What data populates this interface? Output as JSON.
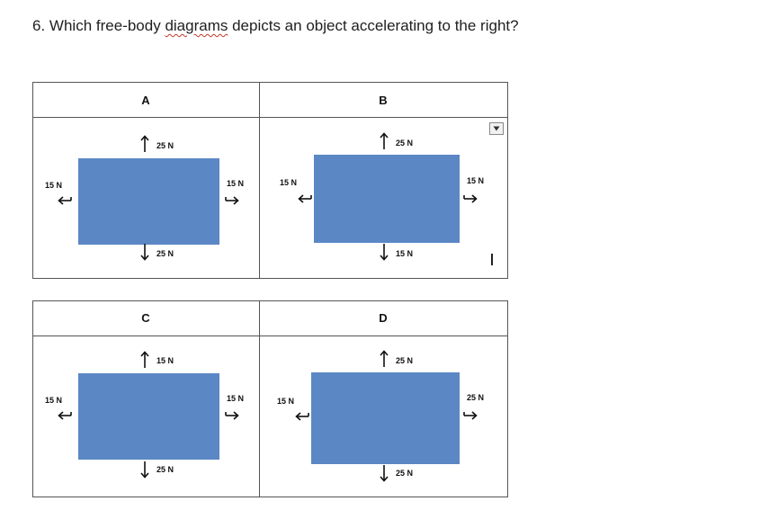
{
  "question": {
    "number": "6.",
    "before": "Which free-body",
    "misspelled": "diagrams",
    "after": "depicts an object accelerating to the right?"
  },
  "diagrams": {
    "a": {
      "label": "A",
      "top": "25 N",
      "bottom": "25 N",
      "left": "15 N",
      "right": "15 N"
    },
    "b": {
      "label": "B",
      "top": "25 N",
      "bottom": "15 N",
      "left": "15 N",
      "right": "15 N"
    },
    "c": {
      "label": "C",
      "top": "15 N",
      "bottom": "25 N",
      "left": "15 N",
      "right": "15 N"
    },
    "d": {
      "label": "D",
      "top": "25 N",
      "bottom": "25 N",
      "left": "15 N",
      "right": "25 N"
    }
  },
  "colors": {
    "box": "#5b87c5",
    "border": "#555555"
  },
  "icons": {
    "dropdown": "dropdown-arrow-icon",
    "cursor": "text-cursor-icon"
  }
}
